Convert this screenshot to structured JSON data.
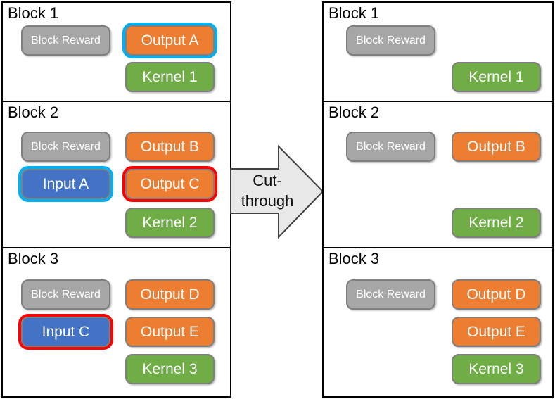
{
  "diagram": {
    "description_label": "blockchain cut-through diagram",
    "arrow": {
      "lines": [
        "Cut-",
        "through"
      ]
    },
    "before": {
      "blocks": [
        {
          "title": "Block 1",
          "chips": [
            {
              "label": "Block Reward",
              "type": "reward"
            },
            {
              "label": "Output A",
              "type": "output",
              "highlight": "cyan"
            },
            {
              "label": "Kernel 1",
              "type": "kernel"
            }
          ]
        },
        {
          "title": "Block 2",
          "chips": [
            {
              "label": "Block Reward",
              "type": "reward"
            },
            {
              "label": "Output B",
              "type": "output"
            },
            {
              "label": "Input A",
              "type": "input",
              "highlight": "cyan"
            },
            {
              "label": "Output C",
              "type": "output",
              "highlight": "red"
            },
            {
              "label": "Kernel 2",
              "type": "kernel"
            }
          ]
        },
        {
          "title": "Block 3",
          "chips": [
            {
              "label": "Block Reward",
              "type": "reward"
            },
            {
              "label": "Output D",
              "type": "output"
            },
            {
              "label": "Input C",
              "type": "input",
              "highlight": "red"
            },
            {
              "label": "Output E",
              "type": "output"
            },
            {
              "label": "Kernel 3",
              "type": "kernel"
            }
          ]
        }
      ]
    },
    "after": {
      "blocks": [
        {
          "title": "Block 1",
          "chips": [
            {
              "label": "Block Reward",
              "type": "reward"
            },
            {
              "label": "Kernel 1",
              "type": "kernel"
            }
          ]
        },
        {
          "title": "Block 2",
          "chips": [
            {
              "label": "Block Reward",
              "type": "reward"
            },
            {
              "label": "Output B",
              "type": "output"
            },
            {
              "label": "Kernel 2",
              "type": "kernel"
            }
          ]
        },
        {
          "title": "Block 3",
          "chips": [
            {
              "label": "Block Reward",
              "type": "reward"
            },
            {
              "label": "Output D",
              "type": "output"
            },
            {
              "label": "Output E",
              "type": "output"
            },
            {
              "label": "Kernel 3",
              "type": "kernel"
            }
          ]
        }
      ]
    },
    "colors": {
      "output_fill": "#ED7D31",
      "kernel_fill": "#70AD47",
      "input_fill": "#4472C4",
      "reward_fill": "#A6A6A6",
      "chip_border": "#7F7F7F",
      "highlight_cyan": "#00B0F0",
      "highlight_red": "#FF0000",
      "arrow_fill": "#E9E8E8",
      "arrow_border": "#404040",
      "block_border": "#000000",
      "chip_text": "#FFFFFF",
      "title_text": "#000000"
    }
  }
}
